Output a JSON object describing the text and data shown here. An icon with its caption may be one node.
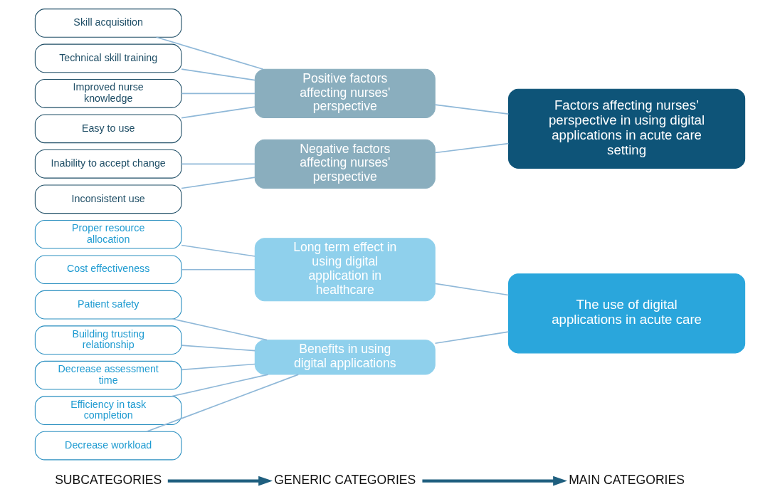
{
  "diagram": {
    "nodes": [
      {
        "text": [
          "SUBCATEGORIES"
        ]
      },
      {
        "text": [
          "GENERIC CATEGORIES"
        ]
      },
      {
        "text": [
          "MAIN CATEGORIES"
        ]
      },
      {
        "text": [
          "Patient safety"
        ]
      },
      {
        "text": [
          "Building trusting relationship"
        ]
      },
      {
        "text": [
          "Decrease assessment time"
        ]
      },
      {
        "text": [
          "Efficiency in task completion"
        ]
      },
      {
        "text": [
          "Decrease workload"
        ]
      },
      {
        "text": [
          "Proper resource allocation"
        ]
      },
      {
        "text": [
          "Cost effectiveness"
        ]
      },
      {
        "text": [
          "Skill acquisition"
        ]
      },
      {
        "text": [
          "Technical skill training"
        ]
      },
      {
        "text": [
          "Improved nurse knowledge"
        ]
      },
      {
        "text": [
          "Easy to use"
        ]
      },
      {
        "text": [
          "Inability to accept change"
        ]
      },
      {
        "text": [
          "Inconsistent use"
        ]
      },
      {
        "text": [
          "Benefits in using digital applications"
        ]
      },
      {
        "text": [
          "Long term effect in using digital application in healthcare"
        ]
      },
      {
        "text": [
          "Positive factors affecting nurses' perspective"
        ]
      },
      {
        "text": [
          "Negative factors affecting nurses' perspective"
        ]
      },
      {
        "text": [
          "The use of digital applications in acute care"
        ]
      },
      {
        "text": [
          "Factors affecting nurses’ perspective in using digital applications in acute care setting"
        ]
      }
    ],
    "edges": [
      {
        "from": 0,
        "to": 1,
        "arrow": "to",
        "style": "thick",
        "color": "#1f5f7f"
      },
      {
        "from": 1,
        "to": 2,
        "arrow": "to",
        "style": "thick",
        "color": "#1f5f7f"
      },
      {
        "from": 3,
        "to": 16,
        "arrow": "none"
      },
      {
        "from": 4,
        "to": 16,
        "arrow": "none"
      },
      {
        "from": 5,
        "to": 16,
        "arrow": "none"
      },
      {
        "from": 6,
        "to": 16,
        "arrow": "none"
      },
      {
        "from": 7,
        "to": 16,
        "arrow": "none"
      },
      {
        "from": 8,
        "to": 17,
        "arrow": "none"
      },
      {
        "from": 9,
        "to": 17,
        "arrow": "none"
      },
      {
        "from": 10,
        "to": 18,
        "arrow": "none"
      },
      {
        "from": 11,
        "to": 18,
        "arrow": "none"
      },
      {
        "from": 12,
        "to": 18,
        "arrow": "none"
      },
      {
        "from": 13,
        "to": 18,
        "arrow": "none"
      },
      {
        "from": 14,
        "to": 19,
        "arrow": "none"
      },
      {
        "from": 15,
        "to": 19,
        "arrow": "none"
      },
      {
        "from": 16,
        "to": 20,
        "arrow": "none"
      },
      {
        "from": 17,
        "to": 20,
        "arrow": "none"
      },
      {
        "from": 18,
        "to": 21,
        "arrow": "none"
      },
      {
        "from": 19,
        "to": 21,
        "arrow": "none"
      }
    ]
  }
}
